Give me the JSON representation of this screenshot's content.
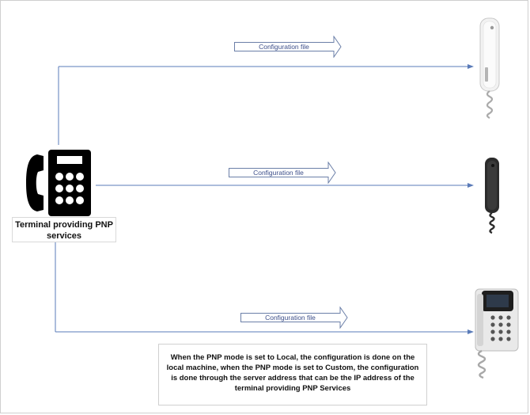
{
  "terminal": {
    "label": "Terminal providing PNP services",
    "icon": "desk-phone-icon"
  },
  "connections": [
    {
      "label": "Configuration file",
      "target": "wall-phone-white"
    },
    {
      "label": "Configuration file",
      "target": "wall-phone-black"
    },
    {
      "label": "Configuration file",
      "target": "video-intercom-phone"
    }
  ],
  "note": {
    "text": "When the PNP mode is set to Local, the configuration is done on the local machine, when the PNP mode is set to Custom, the configuration is done through the server address that can be the IP address of the terminal providing PNP Services"
  },
  "colors": {
    "line": "#5a7bb8",
    "arrow_text": "#3d4f8a",
    "arrow_outline": "#6b7fa8"
  }
}
